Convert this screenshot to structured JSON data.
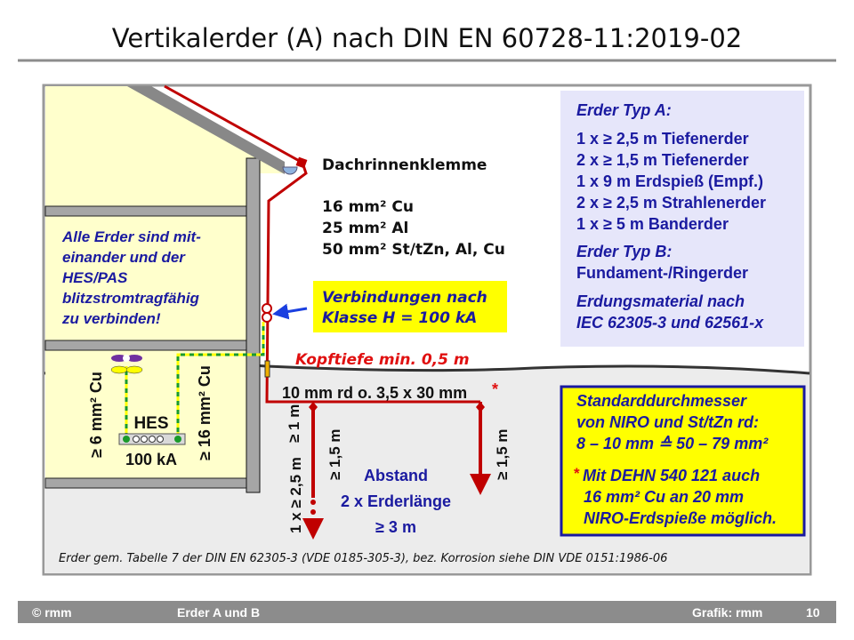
{
  "title": "Vertikalerder (A) nach DIN EN 60728-11:2019-02",
  "labels": {
    "dachrinnenklemme": "Dachrinnenklemme",
    "materials": [
      "16 mm² Cu",
      "25 mm² Al",
      "50 mm² St/tZn,  Al, Cu"
    ],
    "alle_erder": [
      "Alle Erder sind mit-",
      "einander und der",
      "HES/PAS",
      "blitzstromtragfähig",
      "zu verbinden!"
    ],
    "verbindungen": [
      "Verbindungen nach",
      "Klasse H = 100 kA"
    ],
    "kopftiefe": "Kopftiefe min. 0,5 m",
    "conductor": "10  mm rd o. 3,5 x 30 mm",
    "asterisk": "*",
    "ge_1m": "≥ 1 m",
    "depth_1": "1 x ≥ 2,5 m",
    "depth_15a": "≥ 1,5 m",
    "depth_15b": "≥ 1,5 m",
    "abstand": [
      "Abstand",
      "2 x Erderlänge",
      "≥ 3 m"
    ],
    "hes": "HES",
    "hes_rating": "100 kA",
    "cu6": "≥ 6 mm² Cu",
    "cu16": "≥ 16 mm² Cu",
    "footnote": "Erder gem. Tabelle 7 der DIN EN 62305-3 (VDE 0185-305-3), bez. Korrosion siehe DIN VDE 0151:1986-06"
  },
  "typ_box": {
    "typ_a_heading": "Erder Typ A:",
    "typ_a_items": [
      "1 x ≥ 2,5 m Tiefenerder",
      "2 x ≥ 1,5 m Tiefenerder",
      "1 x 9 m Erdspieß (Empf.)",
      "2 x ≥ 2,5 m Strahlenerder",
      "1 x ≥ 5 m Banderder"
    ],
    "typ_b_heading": "Erder Typ B:",
    "typ_b_item": "Fundament-/Ringerder",
    "material": [
      "Erdungsmaterial nach",
      "IEC 62305-3 und 62561-x"
    ]
  },
  "std_box": {
    "lines": [
      "Standarddurchmesser",
      "von NIRO und St/tZn rd:",
      "8 – 10 mm ≙ 50 – 79 mm²"
    ],
    "asterisk": "*",
    "note": [
      " Mit DEHN 540 121 auch",
      "16 mm² Cu an 20 mm",
      "NIRO-Erdspieße möglich."
    ]
  },
  "footer": {
    "left": "© rmm",
    "center": "Erder A und B",
    "right": "Grafik: rmm",
    "page": "10"
  },
  "colors": {
    "conductor": "#c00000",
    "house": "#ffffcc",
    "box_lavender": "#e6e6fa",
    "box_yellow": "#ffff00",
    "text_blue": "#1a1aa0",
    "footer": "#8c8c8c"
  }
}
